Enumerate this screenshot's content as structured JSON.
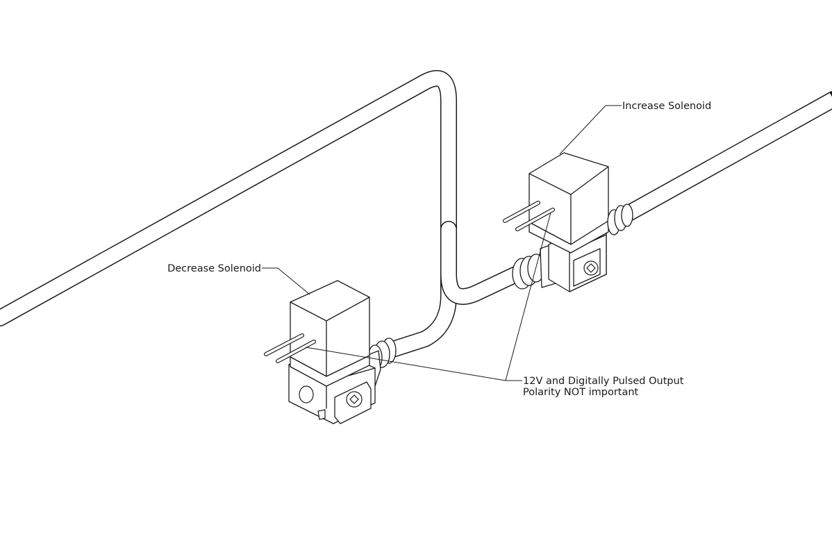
{
  "labels": {
    "increase": "Increase Solenoid",
    "decrease": "Decrease Solenoid",
    "output_line1": "12V and Digitally Pulsed Output",
    "output_line2": "Polarity NOT important"
  },
  "colors": {
    "ink": "#1a1a1a",
    "background": "#ffffff"
  }
}
